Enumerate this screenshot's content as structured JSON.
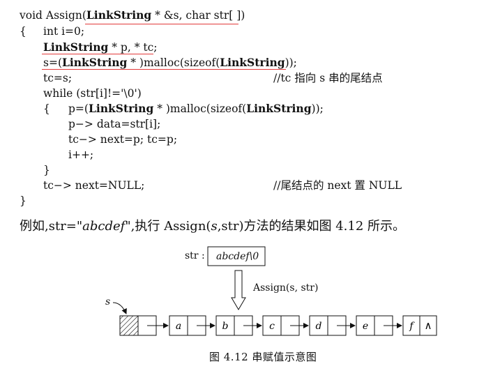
{
  "code": {
    "l1": [
      "void Assign(",
      "LinkString",
      " * &s, char str[ ])"
    ],
    "l2": [
      "{",
      "int i=0;"
    ],
    "l3": [
      "LinkString",
      " * p, * tc;"
    ],
    "l4": [
      "s=(",
      "LinkString",
      " * )malloc(sizeof(",
      "LinkString",
      "));"
    ],
    "l5": [
      "tc=s;",
      "//tc 指向 s 串的尾结点"
    ],
    "l6": "while (str[i]!='\\0')",
    "l7": [
      "{",
      "p=(",
      "LinkString",
      " * )malloc(sizeof(",
      "LinkString",
      "));"
    ],
    "l8": "p−> data=str[i];",
    "l9": "tc−> next=p; tc=p;",
    "l10": "i++;",
    "l11": "}",
    "l12": [
      "tc−> next=NULL;",
      "//尾结点的 next 置 NULL"
    ],
    "l13": "}"
  },
  "paragraph": {
    "p1": "例如,str=\"",
    "p2": "abcdef",
    "p3": "\",执行 Assign(",
    "p4": "s",
    "p5": ",str)方法的结果如图 4.12 所示。"
  },
  "figure": {
    "str_label": "str :",
    "str_value": "abcdef\\0",
    "arrow_label": "Assign(s, str)",
    "s_label": "s",
    "nodes": [
      "a",
      "b",
      "c",
      "d",
      "e",
      "f"
    ],
    "null_symbol": "∧",
    "caption": "图 4.12   串赋值示意图"
  },
  "colors": {
    "annotation_red": "#e23a3a",
    "text": "#111111"
  }
}
